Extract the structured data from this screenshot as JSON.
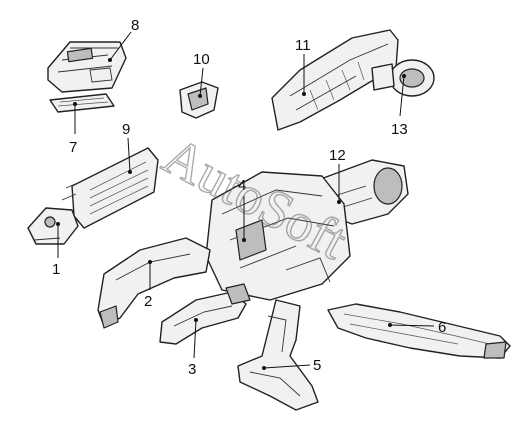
{
  "callouts": [
    {
      "id": "1",
      "label": "1"
    },
    {
      "id": "2",
      "label": "2"
    },
    {
      "id": "3",
      "label": "3"
    },
    {
      "id": "4",
      "label": "4"
    },
    {
      "id": "5",
      "label": "5"
    },
    {
      "id": "6",
      "label": "6"
    },
    {
      "id": "7",
      "label": "7"
    },
    {
      "id": "8",
      "label": "8"
    },
    {
      "id": "9",
      "label": "9"
    },
    {
      "id": "10",
      "label": "10"
    },
    {
      "id": "11",
      "label": "11"
    },
    {
      "id": "12",
      "label": "12"
    },
    {
      "id": "13",
      "label": "13"
    }
  ],
  "watermark": {
    "text": "AutoSoft"
  }
}
